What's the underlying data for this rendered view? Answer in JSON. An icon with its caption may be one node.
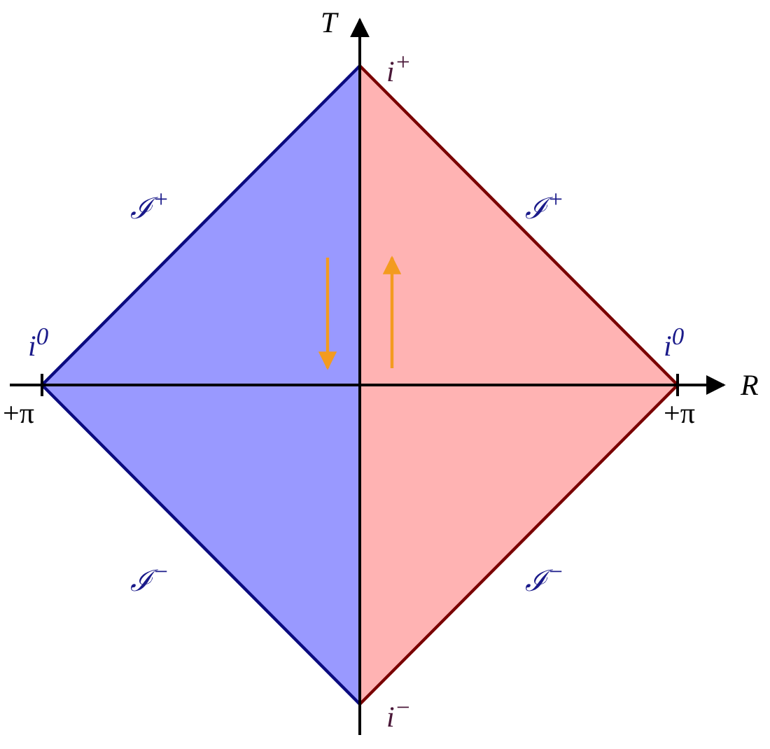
{
  "diagram": {
    "labels": [
      "T",
      "i$^{+}$",
      "ℐ$^{+}$",
      "ℐ$^{+}$",
      "i$^{0}$",
      "i$^{0}$",
      "R",
      "+π",
      "+π",
      "ℐ$^{−}$",
      "ℐ$^{−}$",
      "i$^{−}$"
    ]
  }
}
